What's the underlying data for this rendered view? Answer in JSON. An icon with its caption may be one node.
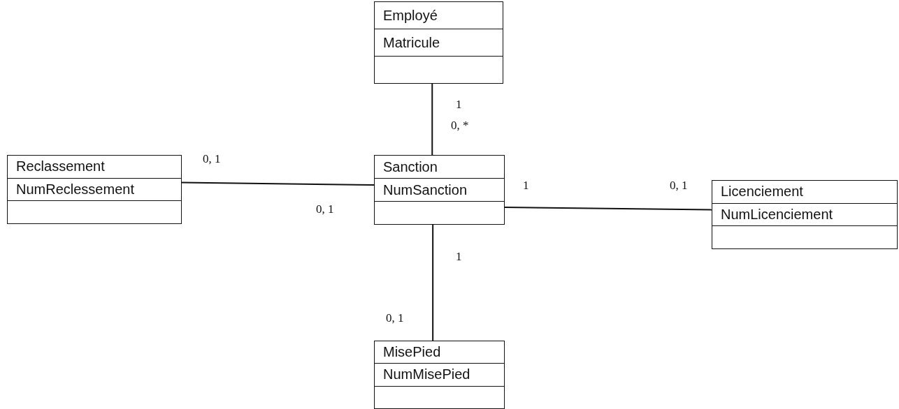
{
  "diagram": {
    "nodes": [
      {
        "text": [
          "Employé",
          "Matricule"
        ]
      },
      {
        "text": [
          "Reclassement",
          "NumReclessement"
        ]
      },
      {
        "text": [
          "Sanction",
          "NumSanction"
        ]
      },
      {
        "text": [
          "Licenciement",
          "NumLicenciement"
        ]
      },
      {
        "text": [
          "MisePied",
          "NumMisePied"
        ]
      }
    ],
    "edges": [
      {
        "from": 0,
        "to": 2,
        "arrow": "none"
      },
      {
        "from": 1,
        "to": 2,
        "arrow": "none"
      },
      {
        "from": 2,
        "to": 3,
        "arrow": "none"
      },
      {
        "from": 2,
        "to": 4,
        "arrow": "none"
      }
    ],
    "labels": [
      "1",
      "0, *",
      "0, 1",
      "1",
      "0, 1",
      "0, 1",
      "1",
      "0, 1"
    ]
  }
}
